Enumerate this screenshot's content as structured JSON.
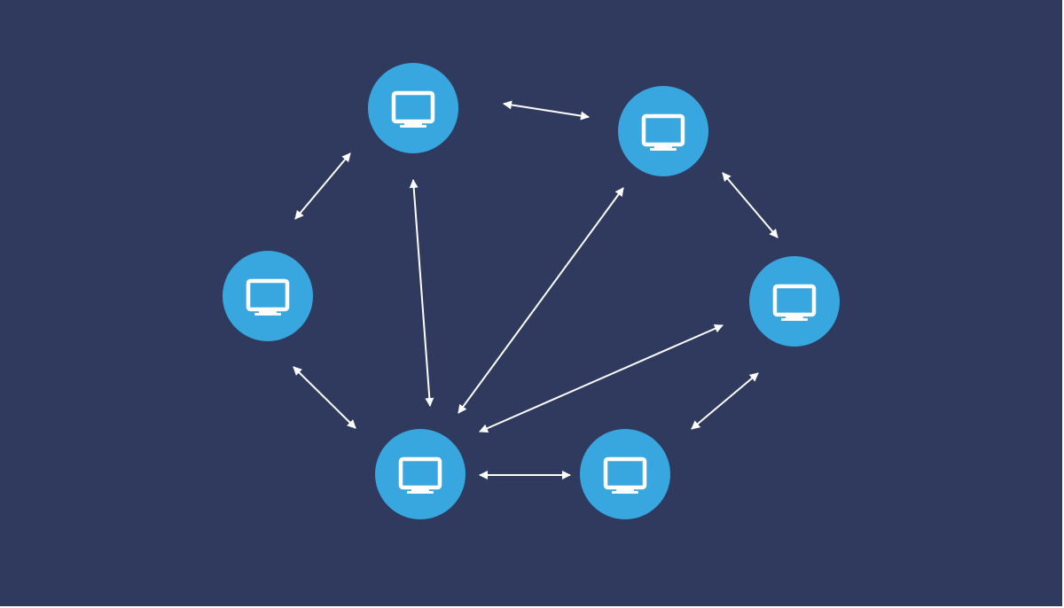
{
  "colors": {
    "background": "#2f3a5e",
    "node_fill": "#38a7e0",
    "icon": "#ffffff",
    "arrow": "#ffffff"
  },
  "nodes": [
    {
      "id": "computer-1",
      "icon": "monitor-icon"
    },
    {
      "id": "computer-2",
      "icon": "monitor-icon"
    },
    {
      "id": "computer-3",
      "icon": "monitor-icon"
    },
    {
      "id": "computer-4",
      "icon": "monitor-icon"
    },
    {
      "id": "computer-5",
      "icon": "monitor-icon"
    },
    {
      "id": "computer-6",
      "icon": "monitor-icon"
    }
  ],
  "edges": [
    {
      "from": "computer-1",
      "to": "computer-2",
      "direction": "bidirectional"
    },
    {
      "from": "computer-1",
      "to": "computer-3",
      "direction": "bidirectional"
    },
    {
      "from": "computer-1",
      "to": "computer-5",
      "direction": "bidirectional"
    },
    {
      "from": "computer-2",
      "to": "computer-5",
      "direction": "bidirectional"
    },
    {
      "from": "computer-2",
      "to": "computer-4",
      "direction": "bidirectional"
    },
    {
      "from": "computer-4",
      "to": "computer-5",
      "direction": "bidirectional"
    },
    {
      "from": "computer-3",
      "to": "computer-5",
      "direction": "bidirectional"
    },
    {
      "from": "computer-4",
      "to": "computer-6",
      "direction": "bidirectional"
    },
    {
      "from": "computer-5",
      "to": "computer-6",
      "direction": "bidirectional"
    }
  ]
}
